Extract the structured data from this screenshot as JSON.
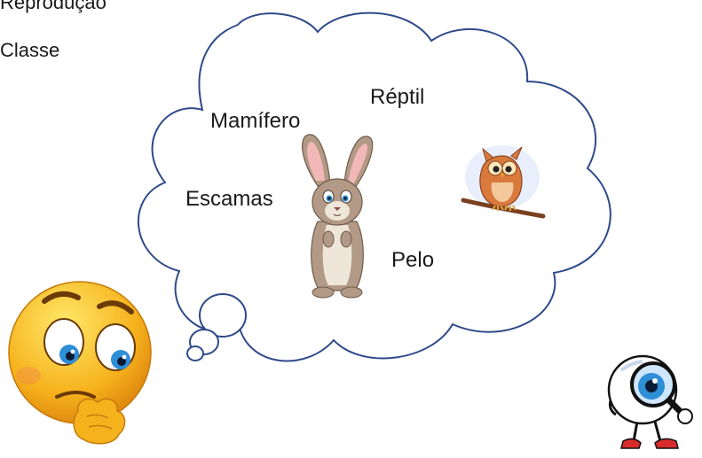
{
  "left_list": {
    "item_reproducao": "Reprodução",
    "item_classe": "Classe"
  },
  "cloud": {
    "words": {
      "mamifero": "Mamífero",
      "reptil": "Réptil",
      "escamas": "Escamas",
      "pelo": "Pelo"
    }
  },
  "colors": {
    "cloud_outline": "#2f4a8a",
    "text": "#1a1a1a",
    "emoji_face": "#f6b21c",
    "rabbit_fur": "#b29a86",
    "owl_body": "#d97a3c",
    "eye_iris": "#2e8ed6"
  },
  "icons": {
    "thinking_emoji": "thinking-emoji-icon",
    "rabbit": "rabbit-icon",
    "owl": "owl-icon",
    "magnifier_eye": "eye-magnifier-icon"
  }
}
